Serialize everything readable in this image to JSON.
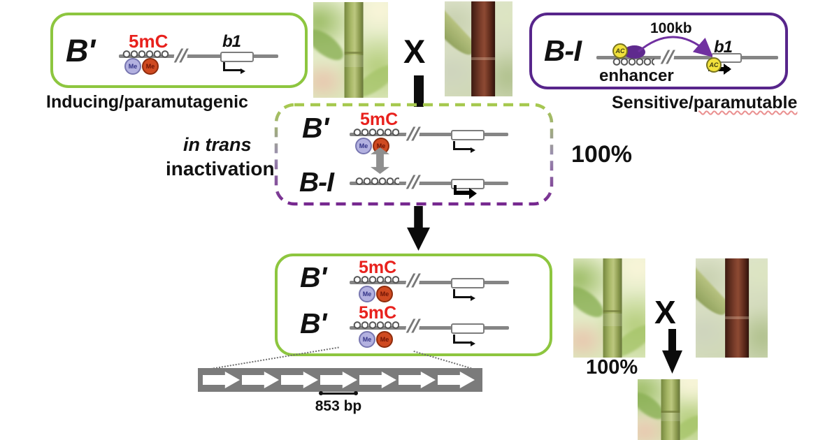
{
  "colors": {
    "green_border": "#8dc63f",
    "purple_border": "#57258b",
    "purple_accent": "#7030a0",
    "red_label": "#e8211d",
    "line_gray": "#858585",
    "me_blue_fill": "#b3b1e0",
    "me_orange_fill": "#cf4a21",
    "ac_yellow_fill": "#f2e23c",
    "repeat_bar_gray": "#7b7b7b"
  },
  "top_left_box": {
    "allele": "B'",
    "methyl": "5mC",
    "me_left": "Me",
    "me_right": "Me",
    "gene": "b1",
    "break": "//",
    "caption": "Inducing/paramutagenic"
  },
  "top_cross": {
    "cross": "X"
  },
  "top_right_box": {
    "allele": "B-I",
    "distance": "100kb",
    "ac_enhancer": "AC",
    "ac_gene": "AC",
    "gene": "b1",
    "break": "//",
    "enhancer": "enhancer",
    "caption_prefix": "Sensitive/",
    "caption_word": "paramutable"
  },
  "f1_box": {
    "allele_top": "B'",
    "allele_bottom": "B-I",
    "methyl": "5mC",
    "me_left": "Me",
    "me_right": "Me",
    "break_top": "//",
    "break_bottom": "//",
    "side_label_italic": "in trans",
    "side_label_bold": "inactivation",
    "percent": "100%"
  },
  "progeny_box": {
    "row1": {
      "allele": "B'",
      "methyl": "5mC",
      "me_left": "Me",
      "me_right": "Me",
      "break": "//"
    },
    "row2": {
      "allele": "B'",
      "methyl": "5mC",
      "me_left": "Me",
      "me_right": "Me",
      "break": "//"
    }
  },
  "repeats": {
    "count": 7,
    "size_label": "853 bp"
  },
  "bottom_cross": {
    "cross": "X",
    "percent": "100%"
  }
}
